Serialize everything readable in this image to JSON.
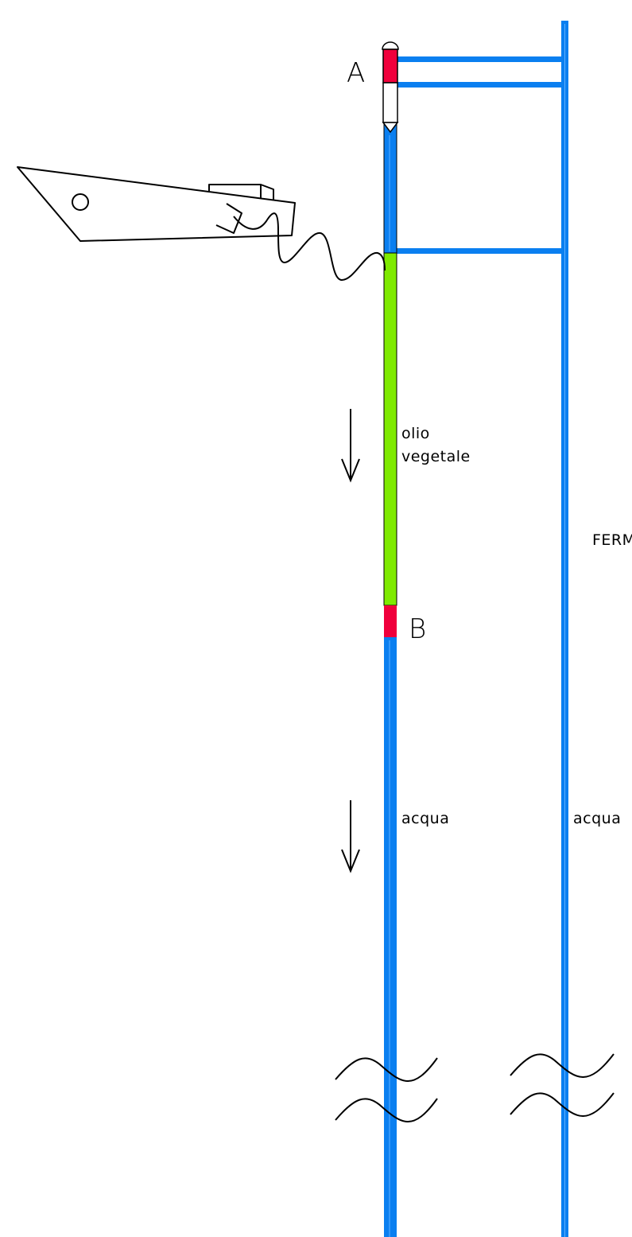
{
  "labels": {
    "point_a": "A",
    "point_b": "B",
    "oil": [
      "olio",
      "vegetale"
    ],
    "water_left": "acqua",
    "water_right": "acqua",
    "right_side": "FERM"
  },
  "colors": {
    "pipe": "#0a7ff0",
    "pipe_highlight": "#5fb0ff",
    "oil": "#7fea00",
    "plug": "#f0003c",
    "outline": "#000000",
    "background": "#ffffff"
  }
}
